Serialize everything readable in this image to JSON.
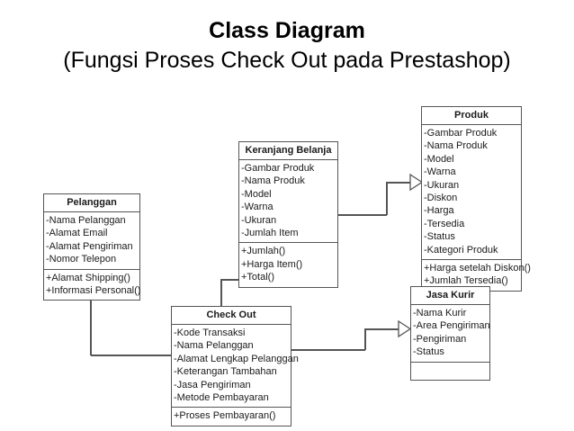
{
  "title": {
    "main": "Class Diagram",
    "subtitle": "(Fungsi Proses Check Out pada Prestashop)"
  },
  "colors": {
    "stroke": "#555555",
    "text": "#1a1a1a",
    "background": "#ffffff"
  },
  "classes": [
    {
      "id": "pelanggan",
      "name": "Pelanggan",
      "attributes": [
        "-Nama Pelanggan",
        "-Alamat Email",
        "-Alamat Pengiriman",
        "-Nomor Telepon"
      ],
      "methods": [
        "+Alamat Shipping()",
        "+Informasi Personal()"
      ]
    },
    {
      "id": "keranjang-belanja",
      "name": "Keranjang Belanja",
      "attributes": [
        "-Gambar Produk",
        "-Nama Produk",
        "-Model",
        "-Warna",
        "-Ukuran",
        "-Jumlah Item"
      ],
      "methods": [
        "+Jumlah()",
        "+Harga Item()",
        "+Total()"
      ]
    },
    {
      "id": "produk",
      "name": "Produk",
      "attributes": [
        "-Gambar Produk",
        "-Nama Produk",
        "-Model",
        "-Warna",
        "-Ukuran",
        "-Diskon",
        "-Harga",
        "-Tersedia",
        "-Status",
        "-Kategori Produk"
      ],
      "methods": [
        "+Harga setelah Diskon()",
        "+Jumlah Tersedia()"
      ]
    },
    {
      "id": "check-out",
      "name": "Check Out",
      "attributes": [
        "-Kode Transaksi",
        "-Nama Pelanggan",
        "-Alamat Lengkap Pelanggan",
        "-Keterangan Tambahan",
        "-Jasa Pengiriman",
        "-Metode Pembayaran"
      ],
      "methods": [
        "+Proses Pembayaran()"
      ]
    },
    {
      "id": "jasa-kurir",
      "name": "Jasa Kurir",
      "attributes": [
        "-Nama Kurir",
        "-Area Pengiriman",
        "-Pengiriman",
        "-Status"
      ],
      "methods": []
    }
  ],
  "relationships": [
    {
      "id": "keranjang-to-produk",
      "from": "keranjang-belanja",
      "to": "produk",
      "type": "generalization"
    },
    {
      "id": "checkout-to-keranjang",
      "from": "check-out",
      "to": "keranjang-belanja",
      "type": "generalization"
    },
    {
      "id": "checkout-to-pelanggan",
      "from": "check-out",
      "to": "pelanggan",
      "type": "generalization"
    },
    {
      "id": "checkout-to-jasa-kurir",
      "from": "check-out",
      "to": "jasa-kurir",
      "type": "generalization"
    }
  ]
}
